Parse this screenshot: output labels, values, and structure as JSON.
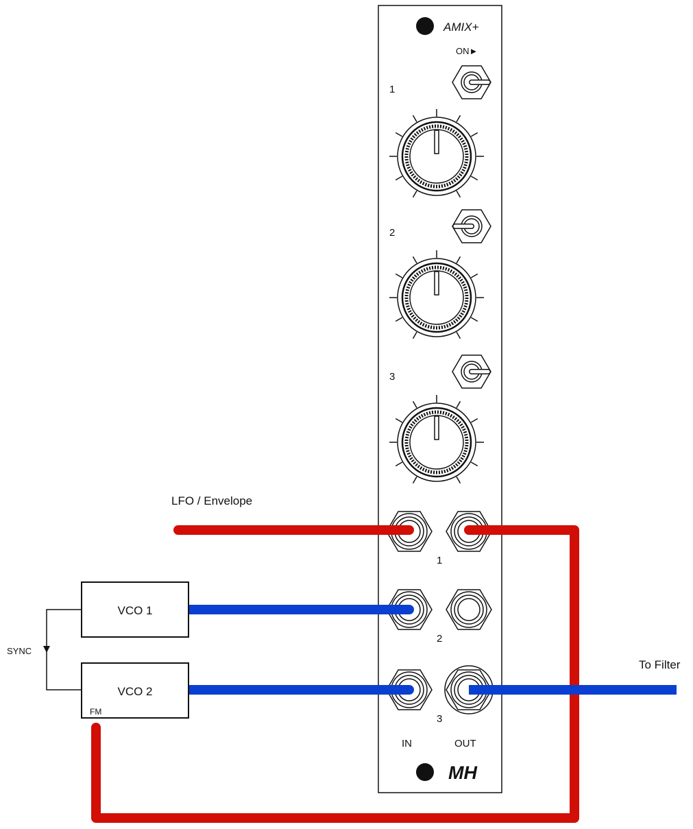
{
  "module": {
    "name": "AMIX+",
    "on_label": "ON►",
    "channel_labels": [
      "1",
      "2",
      "3"
    ],
    "jack_row_labels": [
      "1",
      "2",
      "3"
    ],
    "in_label": "IN",
    "out_label": "OUT",
    "logo_text": "MH"
  },
  "patch": {
    "lfo_label": "LFO / Envelope",
    "vco1_label": "VCO 1",
    "vco2_label": "VCO 2",
    "fm_label": "FM",
    "sync_label": "SYNC",
    "to_filter_label": "To Filter"
  },
  "colors": {
    "red_cable": "#d10f06",
    "blue_cable": "#0a3fd1",
    "line": "#111111",
    "panel": "#ffffff"
  }
}
